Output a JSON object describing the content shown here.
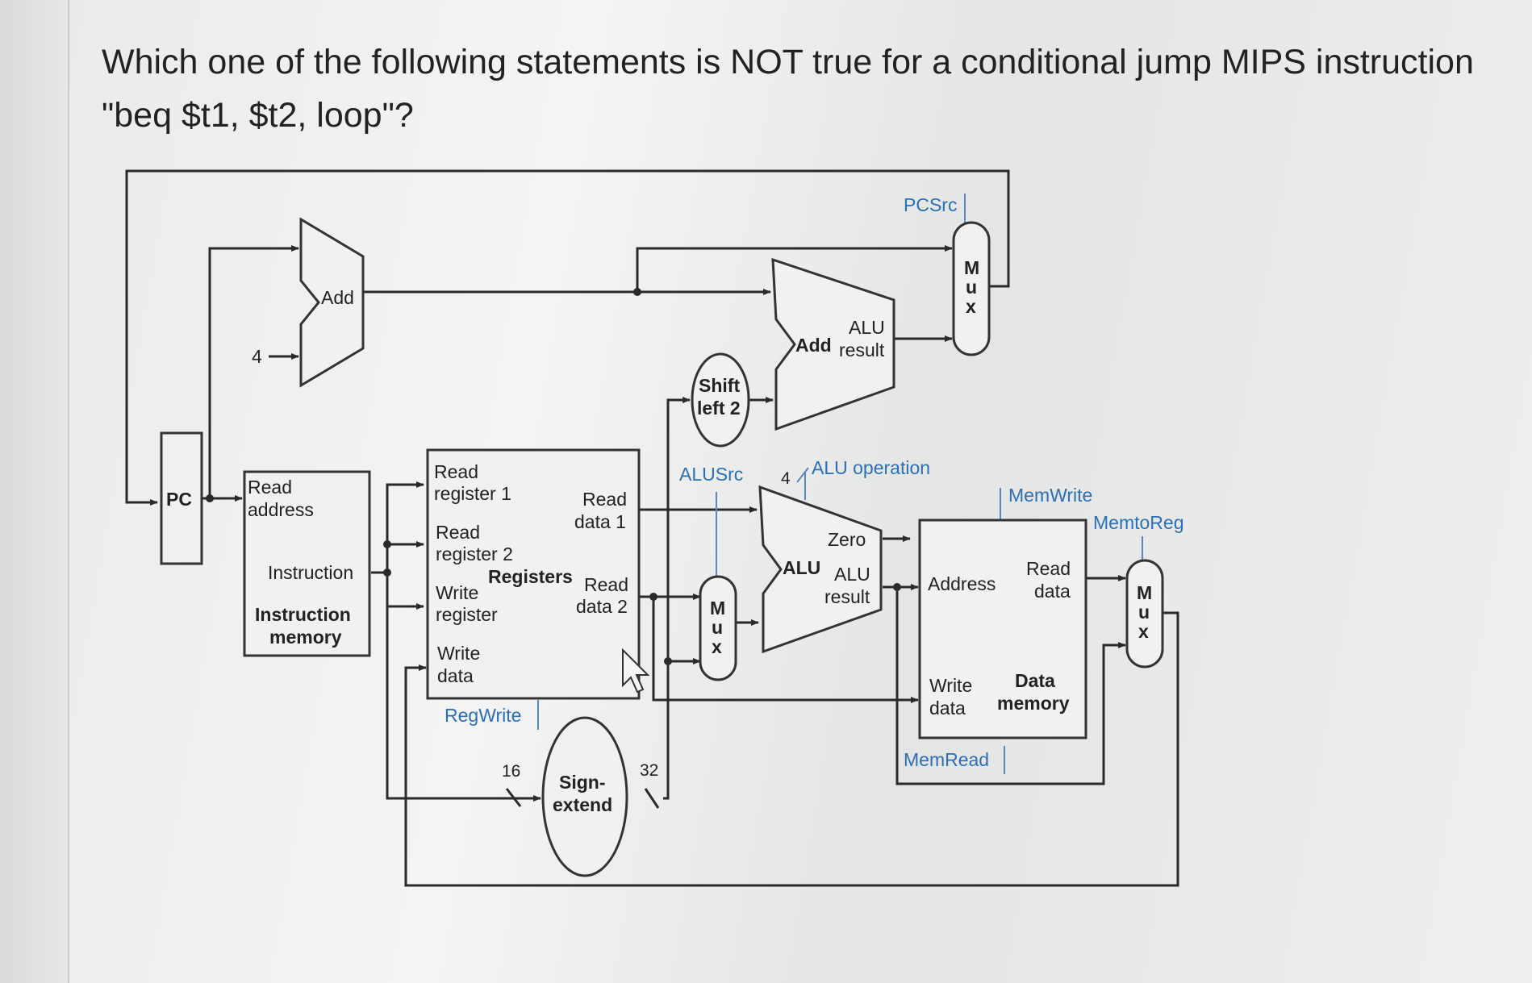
{
  "question": {
    "line1": "Which one of the following statements is NOT true for a conditional jump MIPS instruction",
    "line2": "\"beq $t1, $t2, loop\"?"
  },
  "diagram": {
    "pc": "PC",
    "add_top": "Add",
    "const_four": "4",
    "instr_mem": {
      "read_address_1": "Read",
      "read_address_2": "address",
      "instruction": "Instruction",
      "title_1": "Instruction",
      "title_2": "memory"
    },
    "registers": {
      "read_reg1_a": "Read",
      "read_reg1_b": "register 1",
      "read_reg2_a": "Read",
      "read_reg2_b": "register 2",
      "write_reg_a": "Write",
      "write_reg_b": "register",
      "write_data_a": "Write",
      "write_data_b": "data",
      "read_data1_a": "Read",
      "read_data1_b": "data 1",
      "read_data2_a": "Read",
      "read_data2_b": "data 2",
      "title": "Registers"
    },
    "sign_extend_1": "Sign-",
    "sign_extend_2": "extend",
    "width_16": "16",
    "width_32": "32",
    "shift_left_1": "Shift",
    "shift_left_2": "left 2",
    "add_branch": "Add",
    "alu_result_top_1": "ALU",
    "alu_result_top_2": "result",
    "mux_letters": [
      "M",
      "u",
      "x"
    ],
    "alu": {
      "name": "ALU",
      "zero": "Zero",
      "result_1": "ALU",
      "result_2": "result"
    },
    "data_mem": {
      "address": "Address",
      "read_data_1": "Read",
      "read_data_2": "data",
      "write_data_1": "Write",
      "write_data_2": "data",
      "title_1": "Data",
      "title_2": "memory"
    },
    "controls": {
      "pcsrc": "PCSrc",
      "alusrc": "ALUSrc",
      "alu_op_width": "4",
      "alu_operation": "ALU operation",
      "memwrite": "MemWrite",
      "memtoreg": "MemtoReg",
      "regwrite": "RegWrite",
      "memread": "MemRead"
    },
    "colors": {
      "control": "#2a6fb8",
      "wire": "#2a2a2a"
    }
  }
}
